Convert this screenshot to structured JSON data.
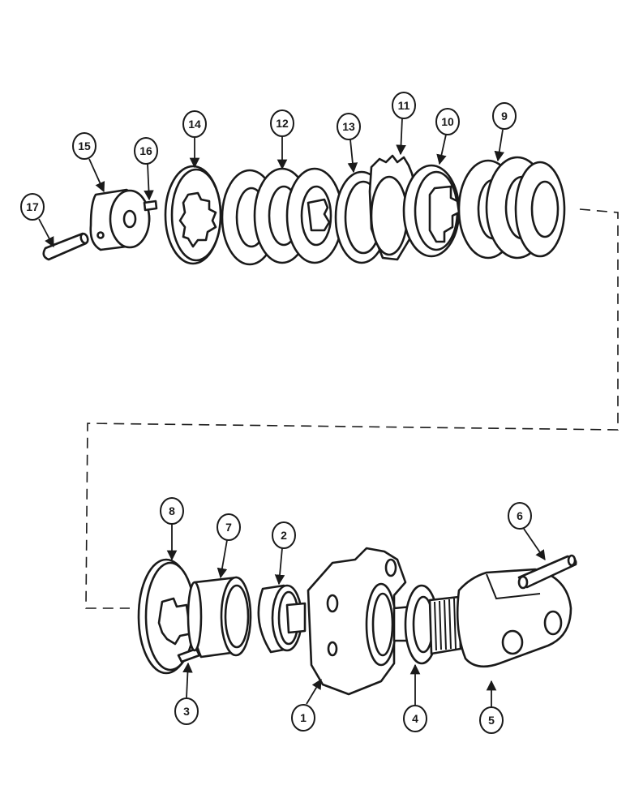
{
  "callouts": {
    "c1": "1",
    "c2": "2",
    "c3": "3",
    "c4": "4",
    "c5": "5",
    "c6": "6",
    "c7": "7",
    "c8": "8",
    "c9": "9",
    "c10": "10",
    "c11": "11",
    "c12": "12",
    "c13": "13",
    "c14": "14",
    "c15": "15",
    "c16": "16",
    "c17": "17"
  },
  "colors": {
    "ink": "#1a1a1a",
    "paper": "#ffffff"
  }
}
